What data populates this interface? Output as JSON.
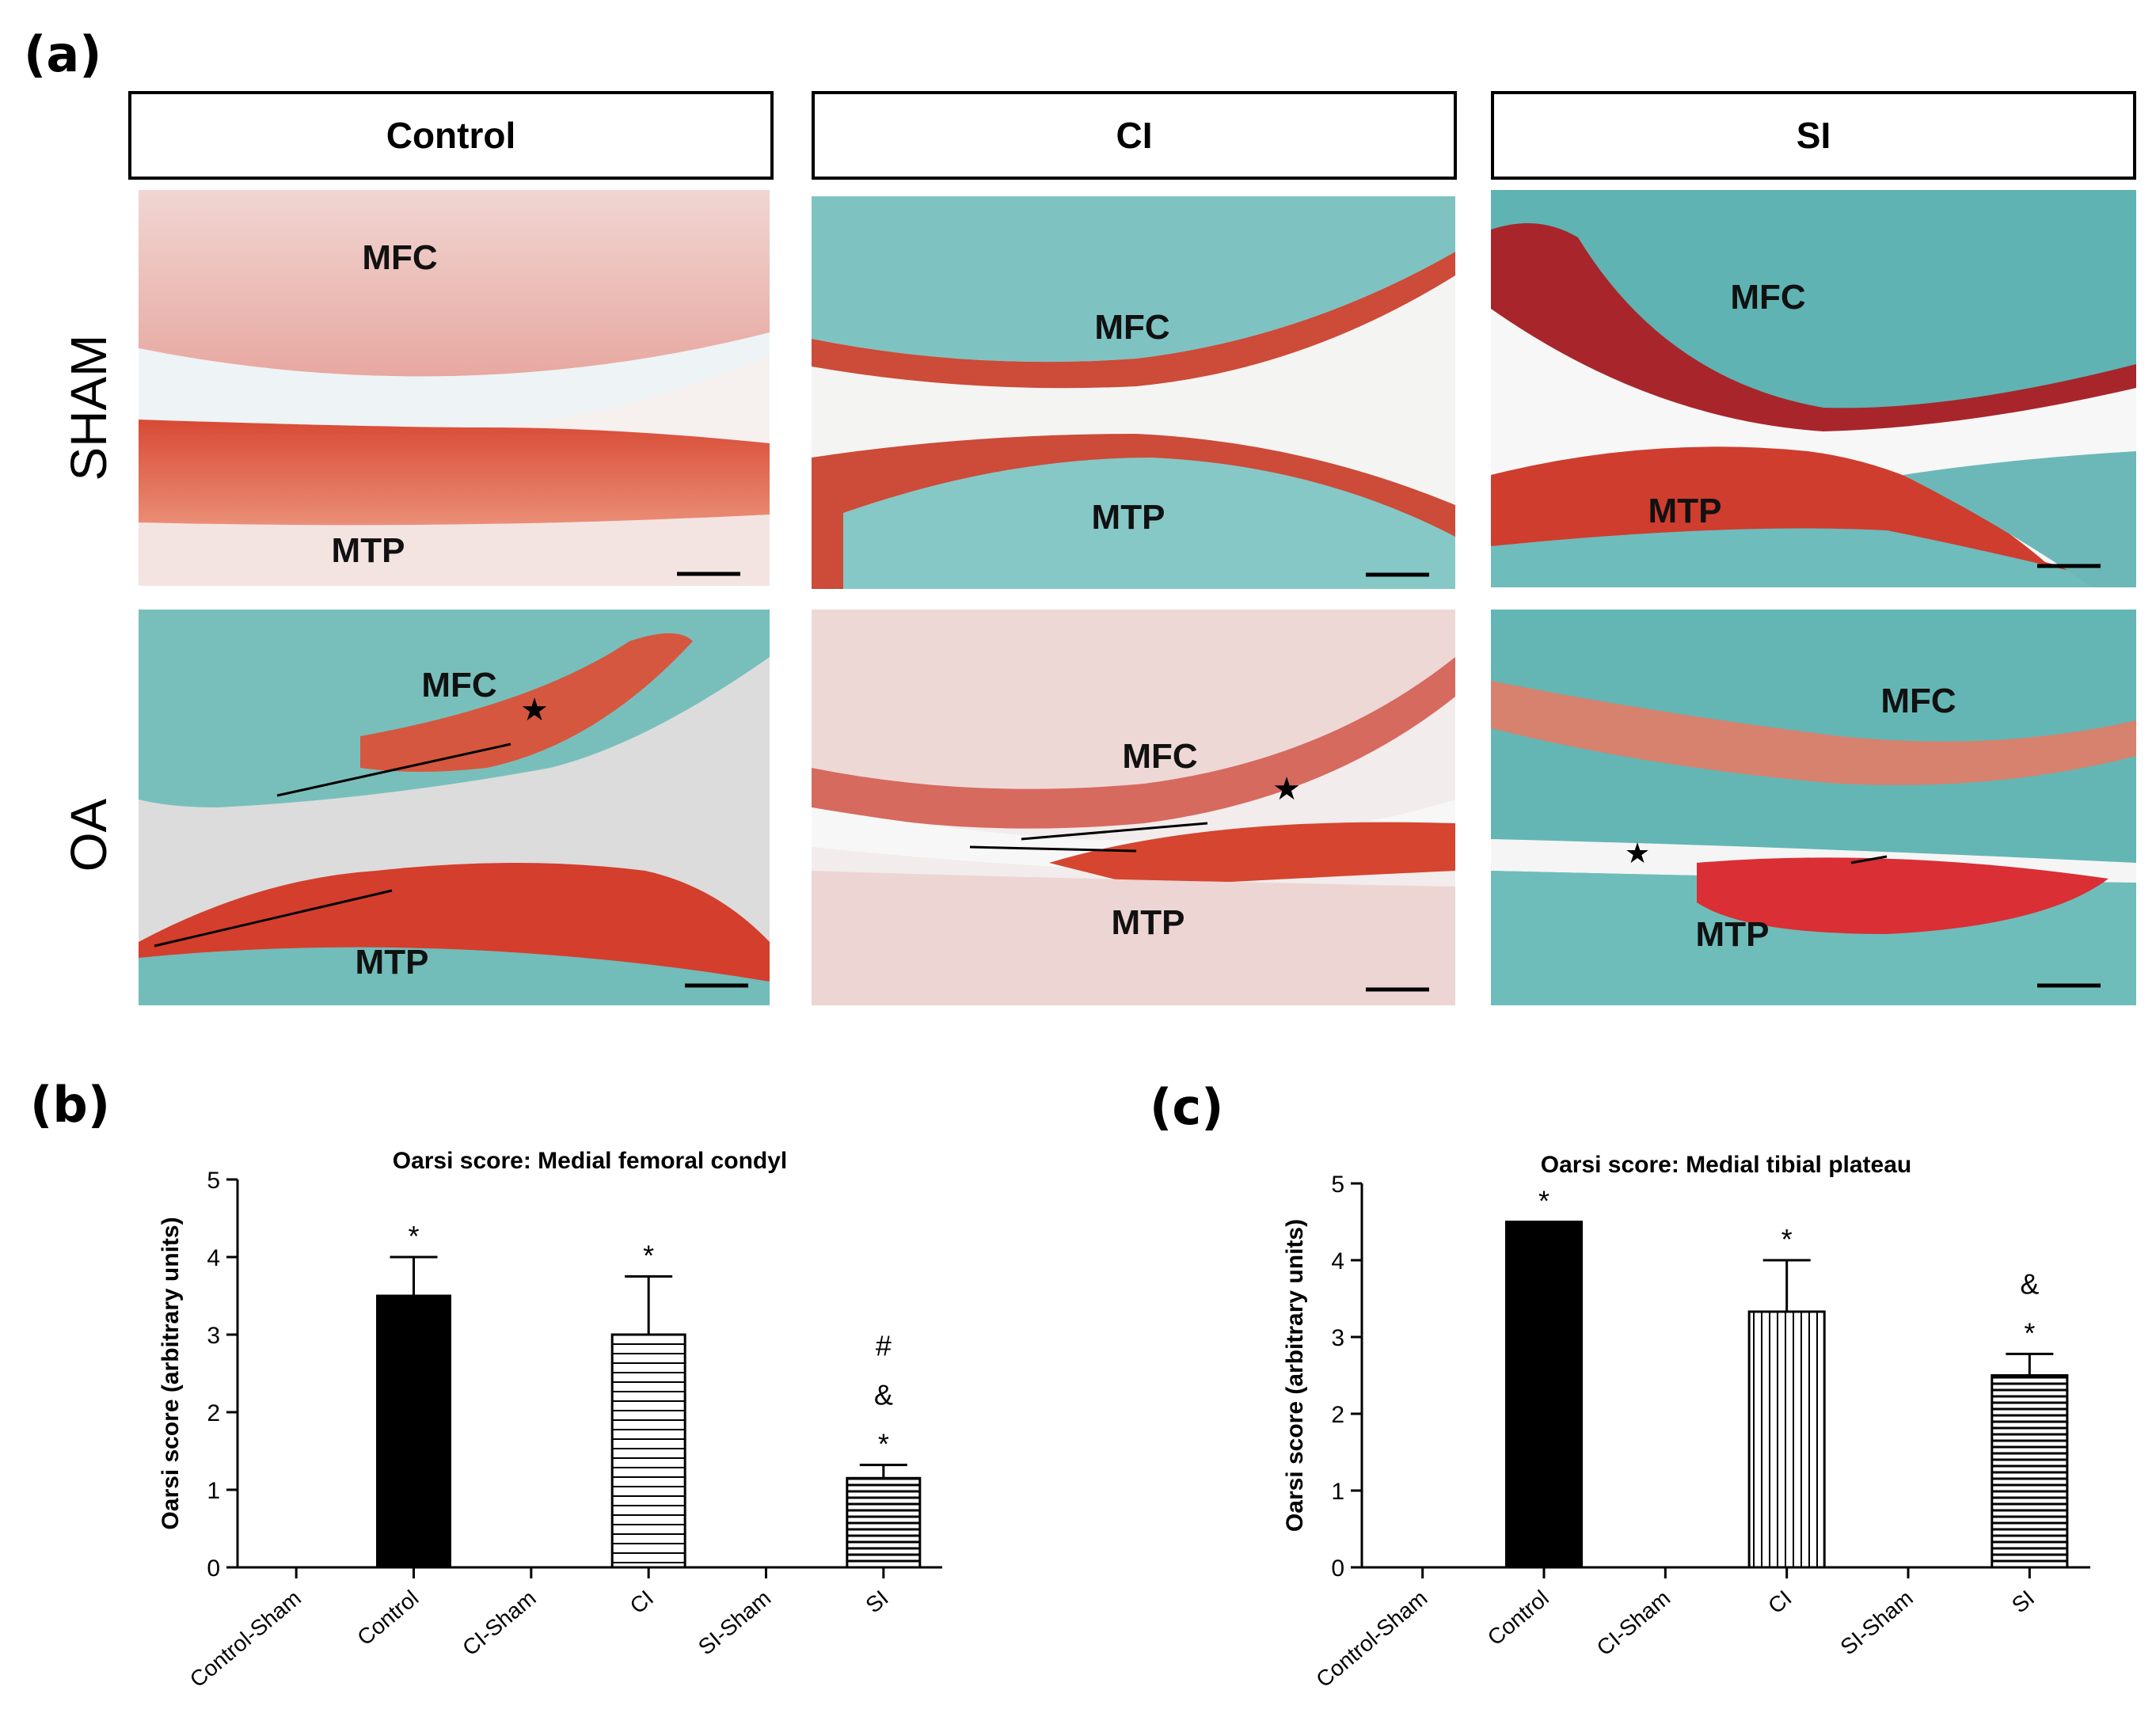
{
  "panels": {
    "a": "(a)",
    "b": "(b)",
    "c": "(c)"
  },
  "histology": {
    "columns": [
      "Control",
      "CI",
      "SI"
    ],
    "rows": [
      "SHAM",
      "OA"
    ],
    "region_labels": {
      "femoral": "MFC",
      "tibial": "MTP"
    },
    "colors": {
      "cartilage_red": "#d2412c",
      "bone_teal": "#5fb3b3",
      "joint_space": "#e6edf0",
      "pale_pink": "#efc9c6"
    }
  },
  "chart_data": [
    {
      "type": "bar",
      "title": "Oarsi score: Medial femoral condyl",
      "ylabel": "Oarsi score  (arbitrary units)",
      "ylim": [
        0,
        5
      ],
      "yticks": [
        0,
        1,
        2,
        3,
        4,
        5
      ],
      "categories": [
        "Control-Sham",
        "Control",
        "CI-Sham",
        "CI",
        "SI-Sham",
        "SI"
      ],
      "values": [
        0,
        3.5,
        0,
        3.0,
        0,
        1.15
      ],
      "errors": [
        0,
        0.5,
        0,
        0.75,
        0,
        0.17
      ],
      "fills": [
        "none",
        "solid",
        "none",
        "h-lines",
        "none",
        "h-lines-dense"
      ],
      "annotations": [
        [],
        [
          "*"
        ],
        [],
        [
          "*"
        ],
        [],
        [
          "#",
          "&",
          "*"
        ]
      ]
    },
    {
      "type": "bar",
      "title": "Oarsi score: Medial tibial plateau",
      "ylabel": "Oarsi score  (arbitrary units)",
      "ylim": [
        0,
        5
      ],
      "yticks": [
        0,
        1,
        2,
        3,
        4,
        5
      ],
      "categories": [
        "Control-Sham",
        "Control",
        "CI-Sham",
        "CI",
        "SI-Sham",
        "SI"
      ],
      "values": [
        0,
        4.5,
        0,
        3.33,
        0,
        2.5
      ],
      "errors": [
        0,
        0,
        0,
        0.67,
        0,
        0.28
      ],
      "fills": [
        "none",
        "solid",
        "none",
        "v-lines",
        "none",
        "h-lines-dense"
      ],
      "annotations": [
        [],
        [
          "*"
        ],
        [],
        [
          "*"
        ],
        [],
        [
          "&",
          "*"
        ]
      ]
    }
  ]
}
